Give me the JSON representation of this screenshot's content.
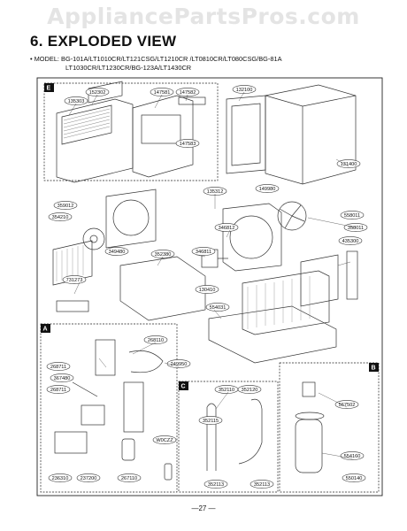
{
  "watermark": "AppliancePartsPros.com",
  "title": "6. EXPLODED VIEW",
  "model_line1": "• MODEL: BG-101A/LT1010CR/LT121CSG/LT1210CR /LT0810CR/LT080CSG/BG-81A",
  "model_line2": "LT1030CR/LT1230CR/BG-123A/LT1430CR",
  "page_number": "—27 —",
  "sections": {
    "E": "E",
    "A": "A",
    "B": "B",
    "C": "C"
  },
  "parts": [
    "152302",
    "135303",
    "147581",
    "147582",
    "132100",
    "147583",
    "131400",
    "135312",
    "149980",
    "359012",
    "346812",
    "558011",
    "358011",
    "354210",
    "349480",
    "346811",
    "435300",
    "352380",
    "554031",
    "731273",
    "130410",
    "268110",
    "268711",
    "367480",
    "249950",
    "268711",
    "352110",
    "352120",
    "352115",
    "567502",
    "352113",
    "352113",
    "554160",
    "236310",
    "237200",
    "267110",
    "W0CZZ",
    "550140"
  ]
}
